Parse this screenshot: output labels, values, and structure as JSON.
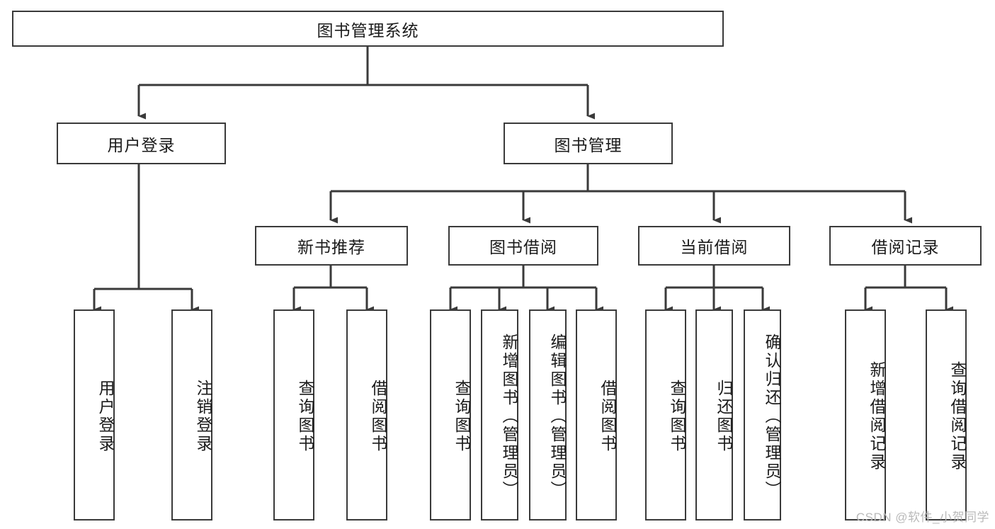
{
  "diagram": {
    "type": "tree-hierarchy",
    "title": "图书管理系统",
    "watermark": "CSDN @软件_小贺同学",
    "colors": {
      "stroke": "#3a3a3a",
      "fill": "#ffffff",
      "text": "#1b1b1b",
      "watermark": "#b9b9b9"
    },
    "nodes": {
      "root": {
        "label": "图书管理系统",
        "level": 0,
        "orientation": "horizontal"
      },
      "n_user_login": {
        "label": "用户登录",
        "level": 1,
        "orientation": "horizontal"
      },
      "n_book_mgmt": {
        "label": "图书管理",
        "level": 1,
        "orientation": "horizontal"
      },
      "n_new_book_rec": {
        "label": "新书推荐",
        "level": 2,
        "orientation": "horizontal"
      },
      "n_book_borrow": {
        "label": "图书借阅",
        "level": 2,
        "orientation": "horizontal"
      },
      "n_current_borrow": {
        "label": "当前借阅",
        "level": 2,
        "orientation": "horizontal"
      },
      "n_borrow_record": {
        "label": "借阅记录",
        "level": 2,
        "orientation": "horizontal"
      },
      "l_user_login": {
        "label": "用户登录",
        "level": 3,
        "orientation": "vertical"
      },
      "l_logout": {
        "label": "注销登录",
        "level": 3,
        "orientation": "vertical"
      },
      "l_query_book_1": {
        "label": "查询图书",
        "level": 3,
        "orientation": "vertical"
      },
      "l_borrow_book_1": {
        "label": "借阅图书",
        "level": 3,
        "orientation": "vertical"
      },
      "l_query_book_2": {
        "label": "查询图书",
        "level": 3,
        "orientation": "vertical"
      },
      "l_add_book": {
        "label": "新增图书（管理员）",
        "level": 3,
        "orientation": "vertical"
      },
      "l_edit_book": {
        "label": "编辑图书（管理员）",
        "level": 3,
        "orientation": "vertical"
      },
      "l_borrow_book_2": {
        "label": "借阅图书",
        "level": 3,
        "orientation": "vertical"
      },
      "l_query_book_3": {
        "label": "查询图书",
        "level": 3,
        "orientation": "vertical"
      },
      "l_return_book": {
        "label": "归还图书",
        "level": 3,
        "orientation": "vertical"
      },
      "l_confirm_return": {
        "label": "确认归还（管理员）",
        "level": 3,
        "orientation": "vertical"
      },
      "l_add_record": {
        "label": "新增借阅记录",
        "level": 3,
        "orientation": "vertical"
      },
      "l_query_record": {
        "label": "查询借阅记录",
        "level": 3,
        "orientation": "vertical"
      }
    },
    "edges": [
      {
        "from": "root",
        "to": "n_user_login"
      },
      {
        "from": "root",
        "to": "n_book_mgmt"
      },
      {
        "from": "n_user_login",
        "to": "l_user_login"
      },
      {
        "from": "n_user_login",
        "to": "l_logout"
      },
      {
        "from": "n_book_mgmt",
        "to": "n_new_book_rec"
      },
      {
        "from": "n_book_mgmt",
        "to": "n_book_borrow"
      },
      {
        "from": "n_book_mgmt",
        "to": "n_current_borrow"
      },
      {
        "from": "n_book_mgmt",
        "to": "n_borrow_record"
      },
      {
        "from": "n_new_book_rec",
        "to": "l_query_book_1"
      },
      {
        "from": "n_new_book_rec",
        "to": "l_borrow_book_1"
      },
      {
        "from": "n_book_borrow",
        "to": "l_query_book_2"
      },
      {
        "from": "n_book_borrow",
        "to": "l_add_book"
      },
      {
        "from": "n_book_borrow",
        "to": "l_edit_book"
      },
      {
        "from": "n_book_borrow",
        "to": "l_borrow_book_2"
      },
      {
        "from": "n_current_borrow",
        "to": "l_query_book_3"
      },
      {
        "from": "n_current_borrow",
        "to": "l_return_book"
      },
      {
        "from": "n_current_borrow",
        "to": "l_confirm_return"
      },
      {
        "from": "n_borrow_record",
        "to": "l_add_record"
      },
      {
        "from": "n_borrow_record",
        "to": "l_query_record"
      }
    ]
  }
}
